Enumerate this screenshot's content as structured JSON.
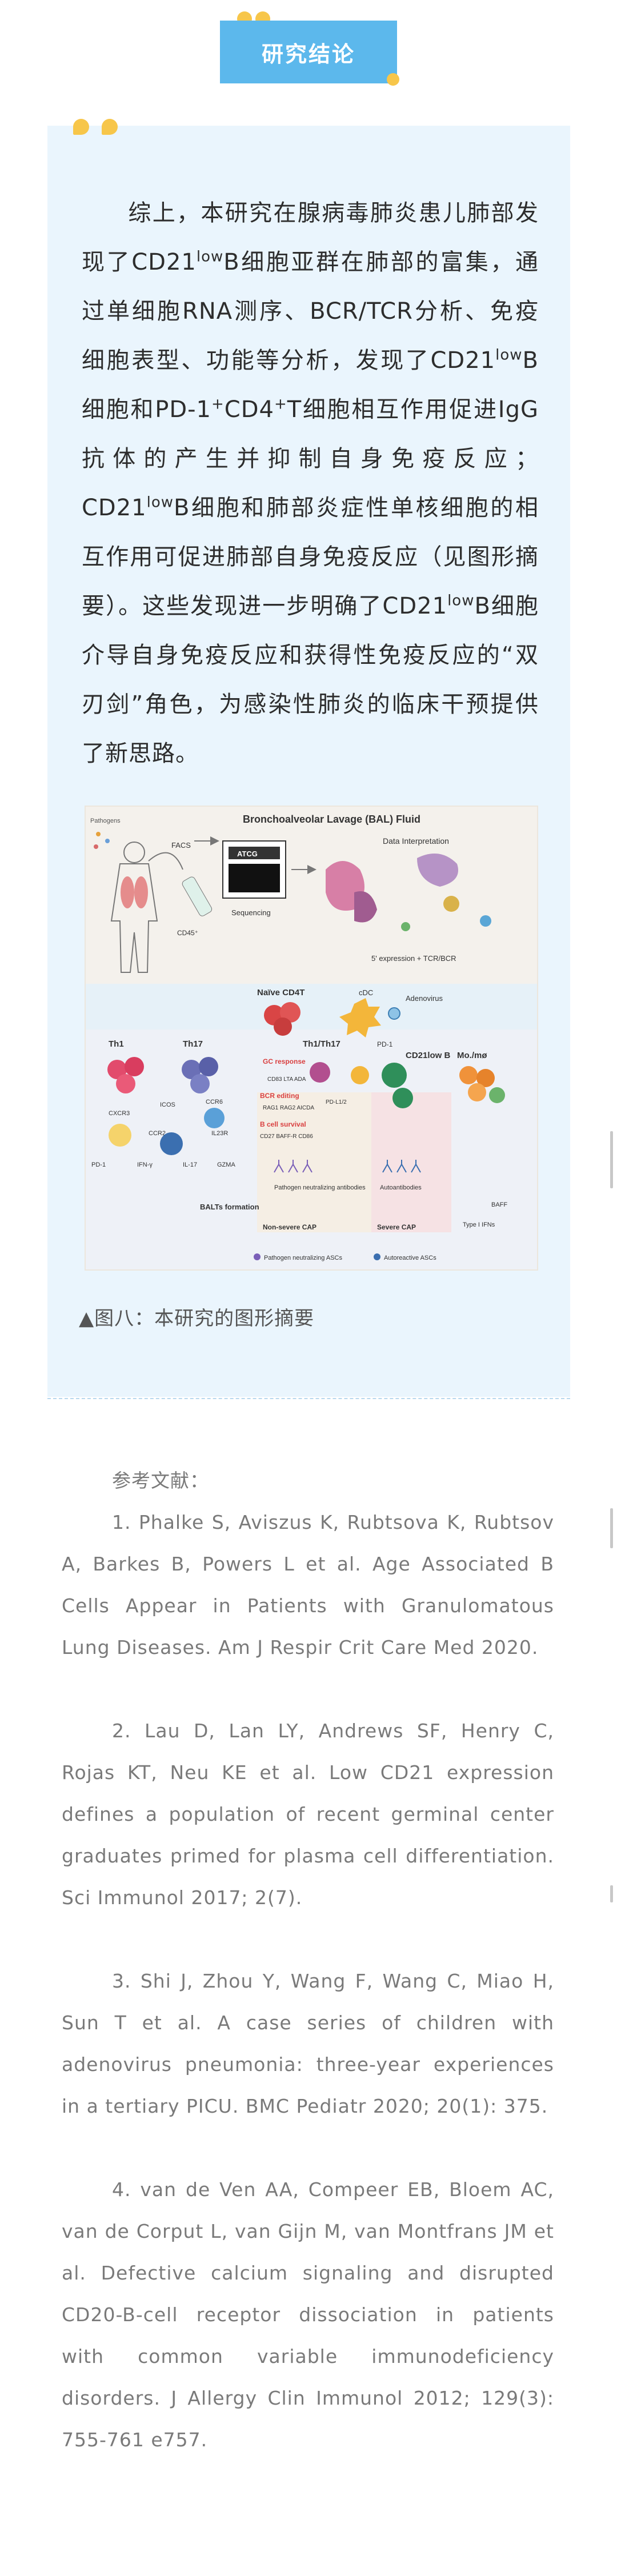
{
  "section": {
    "title": "研究结论"
  },
  "summary": {
    "seg1": "综上，本研究在腺病毒肺炎患儿肺部发现了CD21",
    "sup1": "low",
    "seg2": "B细胞亚群在肺部的富集，通过单细胞RNA测序、BCR/TCR分析、免疫细胞表型、功能等分析，发现了CD21",
    "sup2": "low",
    "seg3": "B细胞和PD-1",
    "sup3": "+",
    "seg4": "CD4",
    "sup4": "+",
    "seg5": "T细胞相互作用促进IgG抗体的产生并抑制自身免疫反应；CD21",
    "sup5": "low",
    "seg6": "B细胞和肺部炎症性单核细胞的相互作用可促进肺部自身免疫反应（见图形摘要）。这些发现进一步明确了CD21",
    "sup6": "low",
    "seg7": "B细胞介导自身免疫反应和获得性免疫反应的“双刃剑”角色，为感染性肺炎的临床干预提供了新思路。"
  },
  "figure": {
    "title": "Bronchoalveolar Lavage (BAL) Fluid",
    "pathogens": "Pathogens",
    "facs": "FACS",
    "cd45": "CD45⁺",
    "sequencing": "Sequencing",
    "atcg": "ATCG",
    "data_interpretation": "Data Interpretation",
    "expression": "5' expression + TCR/BCR",
    "naive_cd4t": "Naïve CD4T",
    "cdc": "cDC",
    "adenovirus": "Adenovirus",
    "th1": "Th1",
    "th17": "Th17",
    "th1_th17": "Th1/Th17",
    "pd1": "PD-1",
    "pdl": "PD-L1/2",
    "cd21_low_b": "CD21low B",
    "mo_mphi": "Mo./mø",
    "gc_response": "GC response",
    "gc_genes": "CD83 LTA ADA",
    "bcr_editing": "BCR editing",
    "bcr_genes": "RAG1 RAG2 AICDA",
    "b_cell_survival": "B cell survival",
    "survival_genes": "CD27 BAFF-R CD86",
    "cxcr3": "CXCR3",
    "icos": "ICOS",
    "ccr6": "CCR6",
    "ccr2": "CCR2",
    "il23r": "IL23R",
    "pd1_left": "PD-1",
    "ifng": "IFN-γ",
    "il17": "IL-17",
    "gzma": "GZMA",
    "balts": "BALTs formation",
    "pathogen_ab": "Pathogen neutralizing antibodies",
    "autoantibodies": "Autoantibodies",
    "non_severe": "Non-severe CAP",
    "severe": "Severe CAP",
    "type1_ifns": "Type I IFNs",
    "baff": "BAFF",
    "legend_pathogen": "Pathogen neutralizing ASCs",
    "legend_auto": "Autoreactive ASCs"
  },
  "caption": "▲图八：本研究的图形摘要",
  "references": {
    "heading": "参考文献：",
    "items": [
      "1. Phalke S, Aviszus K, Rubtsova K, Rubtsov A, Barkes B, Powers L et al. Age Associated B Cells Appear in Patients with Granulomatous Lung Diseases. Am J Respir Crit Care Med 2020.",
      "2. Lau D, Lan LY, Andrews SF, Henry C, Rojas KT, Neu KE et al. Low CD21 expression defines a population of recent germinal center graduates primed for plasma cell differentiation. Sci Immunol 2017; 2(7).",
      "3. Shi J, Zhou Y, Wang F, Wang C, Miao H, Sun T et al. A case series of children with adenovirus pneumonia: three-year experiences in a tertiary PICU. BMC Pediatr 2020; 20(1): 375.",
      "4. van de Ven AA, Compeer EB, Bloem AC, van de Corput L, van Gijn M, van Montfrans JM et al. Defective calcium signaling and disrupted CD20-B-cell receptor dissociation in patients with common variable immunodeficiency disorders. J Allergy Clin Immunol 2012; 129(3): 755-761 e757."
    ]
  },
  "colors": {
    "accent_blue": "#5cb8ec",
    "accent_yellow": "#f7c64a",
    "panel_bg": "#eaf5fd"
  }
}
